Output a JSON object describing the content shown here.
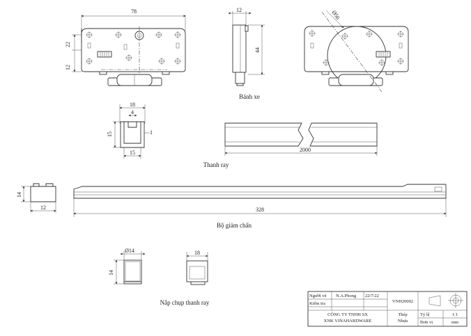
{
  "wheel": {
    "dim_width": "78",
    "dim_thickness": "12",
    "dim_height": "44",
    "dim_hole_spacing": "22",
    "dim_bottom_offset": "12",
    "dim_diameter": "Ø56"
  },
  "rail": {
    "dim_width": "18",
    "dim_slot": "4",
    "dim_height": "15",
    "dim_thickness": "1",
    "dim_inner": "15",
    "dim_length": "2000"
  },
  "damper": {
    "dim_height": "14",
    "dim_width": "12",
    "dim_length": "328"
  },
  "cap": {
    "dim_diameter": "Ø14",
    "dim_height": "14",
    "dim_width": "18"
  },
  "captions": {
    "wheel": "Bánh xe",
    "rail": "Thanh ray",
    "damper": "Bộ giảm chấn",
    "cap": "Nắp chụp thanh ray"
  },
  "title_block": {
    "drawn_by_label": "Người vẽ",
    "drawn_by": "N.A.Phong",
    "date": "22/7/22",
    "checked_by_label": "Kiểm tra",
    "drawing_number": "VNH20002",
    "company_line1": "CÔNG TY TNHH SX",
    "company_line2": "XNK VINAHARDWARE",
    "material_line1": "Thép",
    "material_line2": "Nhựa",
    "scale_label": "Tỷ lệ",
    "scale": "1:1",
    "unit_label": "Đơn vị",
    "unit": "mm"
  }
}
